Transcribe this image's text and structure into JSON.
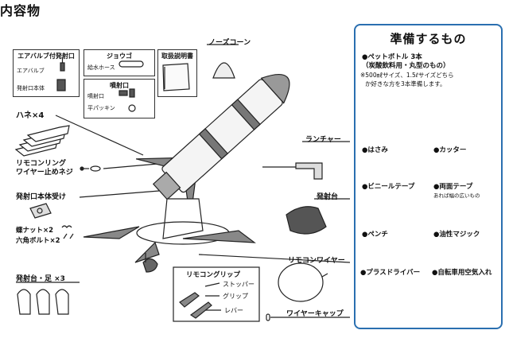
{
  "title": "内容物",
  "air_valve_box": {
    "header": "エアバルブ付発射口",
    "air_valve": "エアバルブ",
    "launcher_body": "発射口本体"
  },
  "funnel_box": {
    "header": "ジョウゴ",
    "hose": "給水ホース"
  },
  "manual_box": {
    "header": "取扱説明書"
  },
  "nozzle_box": {
    "header": "噴射口",
    "nozzle": "噴射口",
    "packing": "平パッキン"
  },
  "labels": {
    "nose_cone": "ノーズコーン",
    "fins": "ハネ×4",
    "remote_ring": "リモコンリング",
    "wire_screw": "ワイヤー止めネジ",
    "launcher": "ランチャー",
    "launch_holder": "発射口本体受け",
    "launch_pad": "発射台",
    "nut": "蝶ナット×2",
    "bolt": "六角ボルト×2",
    "remote_wire": "リモコンワイヤー",
    "pad_legs": "発射台・足 ×3",
    "remote_grip": "リモコングリップ",
    "stopper": "ストッパー",
    "grip": "グリップ",
    "lever": "レバー",
    "wire_cap": "ワイヤーキャップ"
  },
  "prep": {
    "title": "準備するもの",
    "bottle_head": "●ペットボトル 3本",
    "bottle_sub": "（炭酸飲料用・丸型のもの）",
    "bottle_note1": "※500㎖サイズ、1.5ℓサイズどちら",
    "bottle_note2": "か好きな方を3本準備します。",
    "scissors": "●はさみ",
    "cutter": "●カッター",
    "vinyl_tape": "●ビニールテープ",
    "double_tape": "●両面テープ",
    "double_tape_note": "あれば幅の広いもの",
    "pliers": "●ペンチ",
    "marker": "●油性マジック",
    "screwdriver": "●プラスドライバー",
    "pump": "●自転車用空気入れ"
  },
  "colors": {
    "frame": "#2a6fb0",
    "line": "#222222"
  }
}
